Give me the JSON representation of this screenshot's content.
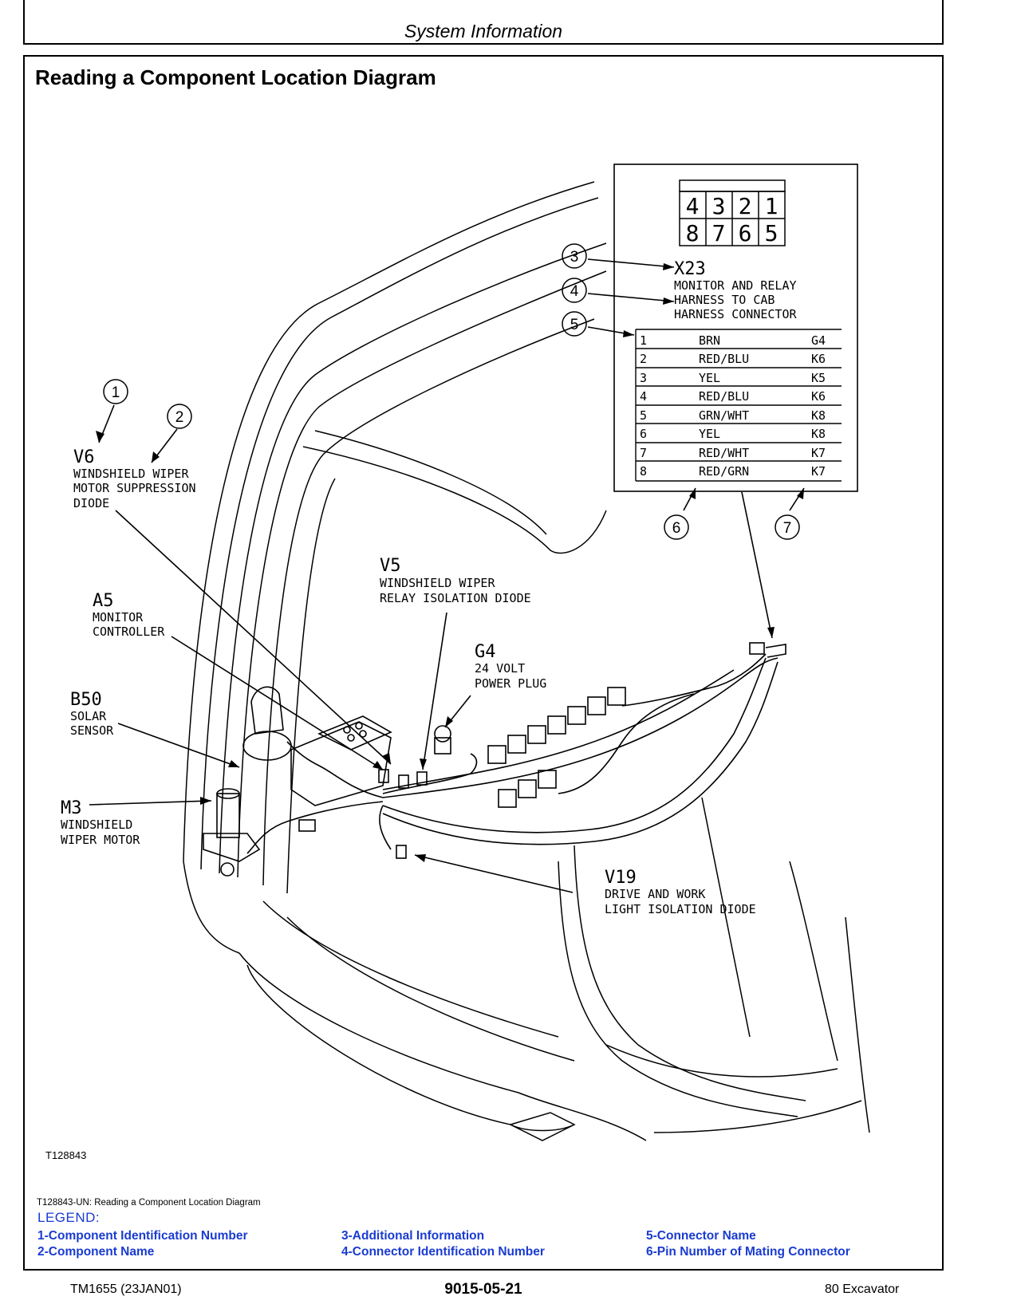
{
  "header": {
    "section": "System Information"
  },
  "title": "Reading a Component Location Diagram",
  "connector": {
    "pins_top": [
      "4",
      "3",
      "2",
      "1"
    ],
    "pins_bottom": [
      "8",
      "7",
      "6",
      "5"
    ],
    "id": "X23",
    "name_lines": [
      "MONITOR AND RELAY",
      "HARNESS TO CAB",
      "HARNESS CONNECTOR"
    ],
    "pin_table": [
      {
        "pin": "1",
        "wire": "BRN",
        "mate": "G4"
      },
      {
        "pin": "2",
        "wire": "RED/BLU",
        "mate": "K6"
      },
      {
        "pin": "3",
        "wire": "YEL",
        "mate": "K5"
      },
      {
        "pin": "4",
        "wire": "RED/BLU",
        "mate": "K6"
      },
      {
        "pin": "5",
        "wire": "GRN/WHT",
        "mate": "K8"
      },
      {
        "pin": "6",
        "wire": "YEL",
        "mate": "K8"
      },
      {
        "pin": "7",
        "wire": "RED/WHT",
        "mate": "K7"
      },
      {
        "pin": "8",
        "wire": "RED/GRN",
        "mate": "K7"
      }
    ]
  },
  "callouts": [
    "1",
    "2",
    "3",
    "4",
    "5",
    "6",
    "7"
  ],
  "components": {
    "v6": {
      "id": "V6",
      "lines": [
        "WINDSHIELD WIPER",
        "MOTOR SUPPRESSION",
        "DIODE"
      ]
    },
    "v5": {
      "id": "V5",
      "lines": [
        "WINDSHIELD WIPER",
        "RELAY ISOLATION DIODE"
      ]
    },
    "a5": {
      "id": "A5",
      "lines": [
        "MONITOR",
        "CONTROLLER"
      ]
    },
    "g4": {
      "id": "G4",
      "lines": [
        "24 VOLT",
        "POWER PLUG"
      ]
    },
    "b50": {
      "id": "B50",
      "lines": [
        "SOLAR",
        "SENSOR"
      ]
    },
    "m3": {
      "id": "M3",
      "lines": [
        "WINDSHIELD",
        "WIPER MOTOR"
      ]
    },
    "v19": {
      "id": "V19",
      "lines": [
        "DRIVE AND WORK",
        "LIGHT ISOLATION DIODE"
      ]
    }
  },
  "figure_id": "T128843",
  "caption": "T128843-UN: Reading a Component Location Diagram",
  "legend": {
    "title": "LEGEND:",
    "col1": [
      "1-Component Identification Number",
      "2-Component Name"
    ],
    "col2": [
      "3-Additional Information",
      "4-Connector Identification Number"
    ],
    "col3": [
      "5-Connector Name",
      "6-Pin Number of Mating Connector"
    ]
  },
  "footer": {
    "left": "TM1655 (23JAN01)",
    "center": "9015-05-21",
    "right": "80 Excavator"
  }
}
